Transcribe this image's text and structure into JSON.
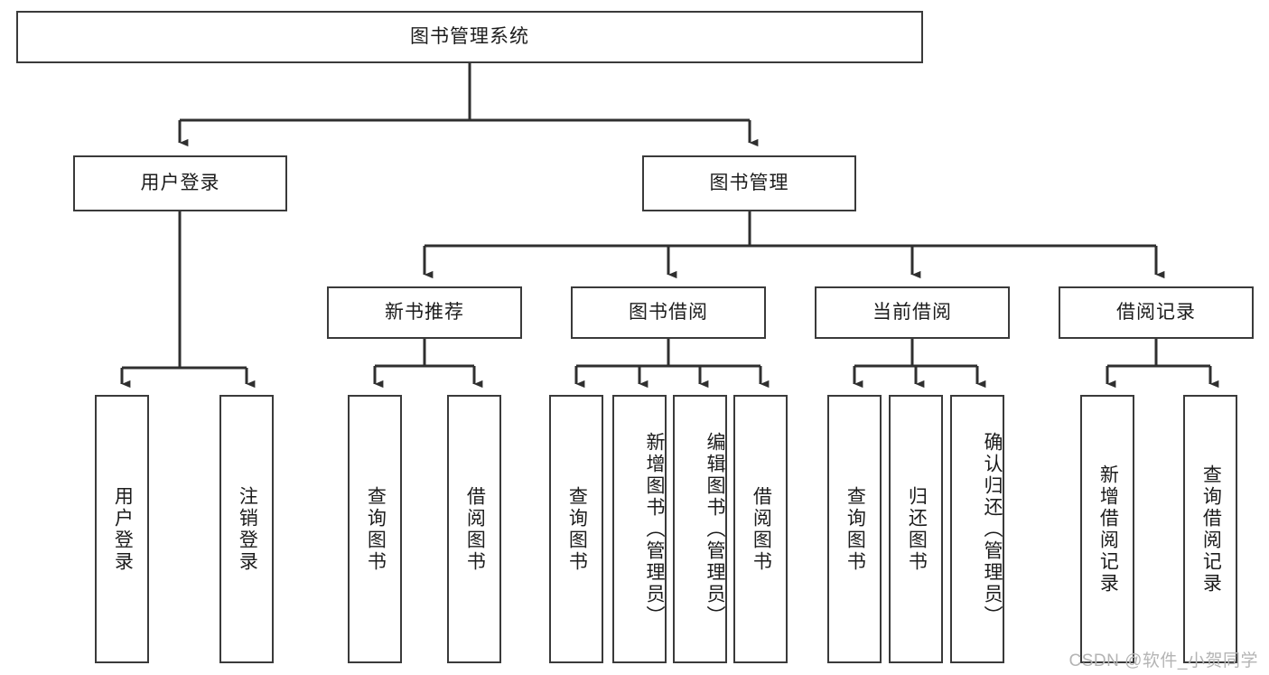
{
  "diagram": {
    "type": "tree",
    "title": "图书管理系统",
    "watermark": "CSDN @软件_小贺同学",
    "colors": {
      "box_border": "#3a3a3a",
      "box_fill": "#ffffff",
      "edge": "#2f2f2f",
      "text": "#1c1c1c",
      "watermark": "#b4b4b4",
      "background": "#ffffff"
    },
    "nodes": {
      "root": {
        "label": "图书管理系统"
      },
      "level2": [
        {
          "id": "user-login",
          "label": "用户登录"
        },
        {
          "id": "book-manage",
          "label": "图书管理"
        }
      ],
      "level3": [
        {
          "id": "new-book-recommend",
          "label": "新书推荐"
        },
        {
          "id": "book-borrow",
          "label": "图书借阅"
        },
        {
          "id": "current-borrow",
          "label": "当前借阅"
        },
        {
          "id": "borrow-record",
          "label": "借阅记录"
        }
      ],
      "leaves": {
        "user-login": [
          {
            "id": "leaf-user-login",
            "label": "用户登录"
          },
          {
            "id": "leaf-logout-login",
            "label": "注销登录"
          }
        ],
        "new-book-recommend": [
          {
            "id": "leaf-query-book-1",
            "label": "查询图书"
          },
          {
            "id": "leaf-borrow-book-1",
            "label": "借阅图书"
          }
        ],
        "book-borrow": [
          {
            "id": "leaf-query-book-2",
            "label": "查询图书"
          },
          {
            "id": "leaf-add-book",
            "label": "新增图书（管理员）"
          },
          {
            "id": "leaf-edit-book",
            "label": "编辑图书（管理员）"
          },
          {
            "id": "leaf-borrow-book-2",
            "label": "借阅图书"
          }
        ],
        "current-borrow": [
          {
            "id": "leaf-query-book-3",
            "label": "查询图书"
          },
          {
            "id": "leaf-return-book",
            "label": "归还图书"
          },
          {
            "id": "leaf-confirm-return",
            "label": "确认归还（管理员）"
          }
        ],
        "borrow-record": [
          {
            "id": "leaf-add-record",
            "label": "新增借阅记录"
          },
          {
            "id": "leaf-query-record",
            "label": "查询借阅记录"
          }
        ]
      }
    }
  }
}
